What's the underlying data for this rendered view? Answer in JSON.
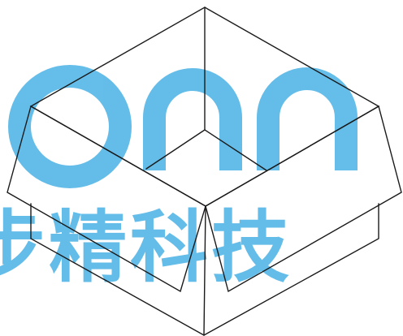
{
  "diagram": {
    "subject": "open-box-line-drawing"
  },
  "watermark": {
    "logo_text": "ONN",
    "text": "步精科技",
    "color": "#29a3e0",
    "opacity": 0.72
  },
  "colors": {
    "background": "#ffffff",
    "line": "#1a1a1a"
  }
}
